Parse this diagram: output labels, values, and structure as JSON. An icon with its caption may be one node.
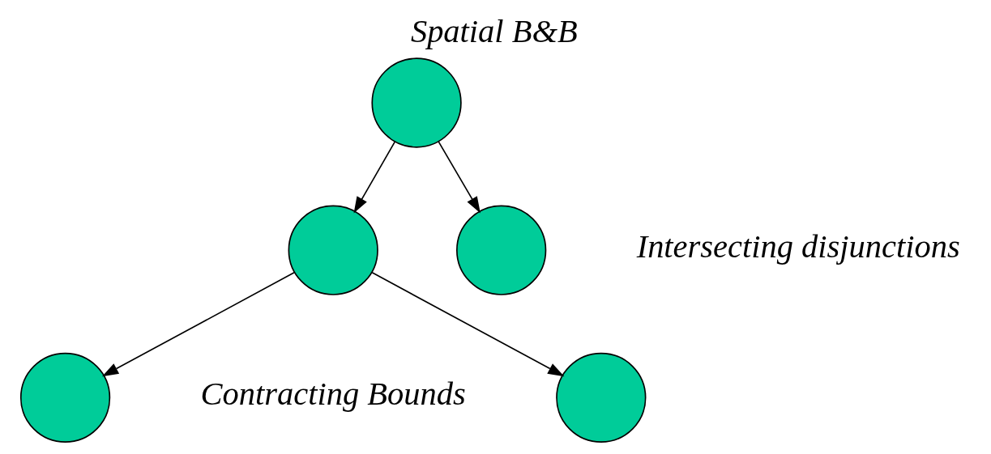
{
  "diagram": {
    "title": "Spatial B&B",
    "nodes": [
      {
        "text": [],
        "shape": "circle"
      },
      {
        "text": [],
        "shape": "circle"
      },
      {
        "text": [],
        "shape": "circle"
      },
      {
        "text": [],
        "shape": "circle"
      },
      {
        "text": [],
        "shape": "circle"
      }
    ],
    "edges": [
      {
        "from": 0,
        "to": 1,
        "arrow": "to"
      },
      {
        "from": 0,
        "to": 2,
        "arrow": "to"
      },
      {
        "from": 1,
        "to": 3,
        "arrow": "to"
      },
      {
        "from": 1,
        "to": 4,
        "arrow": "to"
      }
    ],
    "labels": [
      "Intersecting disjunctions",
      "Contracting Bounds"
    ]
  }
}
